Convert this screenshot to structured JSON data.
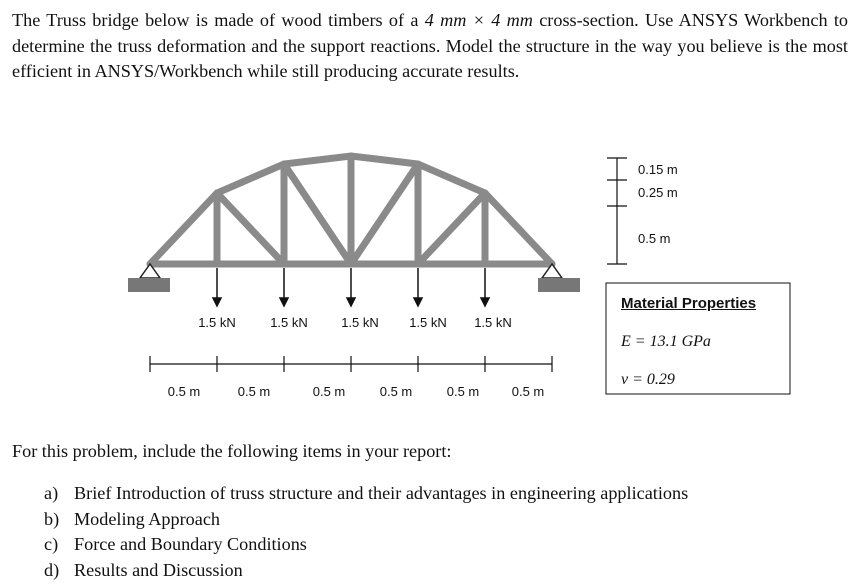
{
  "intro": {
    "part1": "The Truss bridge below is made of wood timbers of a ",
    "cross_section": "4 mm × 4 mm",
    "part2": " cross-section. Use ANSYS Workbench to determine the truss deformation and the support reactions. Model the structure in the way you believe is the most efficient in ANSYS/Workbench while still producing accurate results."
  },
  "figure": {
    "heights": [
      "0.15 m",
      "0.25 m",
      "0.5 m"
    ],
    "loads": [
      "1.5 kN",
      "1.5 kN",
      "1.5 kN",
      "1.5 kN",
      "1.5 kN"
    ],
    "spans": [
      "0.5 m",
      "0.5 m",
      "0.5 m",
      "0.5 m",
      "0.5 m",
      "0.5 m"
    ]
  },
  "material": {
    "title": "Material Properties",
    "E": "E = 13.1 GPa",
    "nu": "ν = 0.29"
  },
  "report": {
    "lead": "For this problem, include the following items in your report:",
    "items": [
      {
        "label": "a)",
        "text": "Brief Introduction of truss structure and their advantages in engineering applications"
      },
      {
        "label": "b)",
        "text": "Modeling Approach"
      },
      {
        "label": "c)",
        "text": "Force and Boundary Conditions"
      },
      {
        "label": "d)",
        "text": "Results and Discussion"
      }
    ]
  },
  "colors": {
    "member": "#8a8a8a",
    "support": "#777777",
    "text": "#111111"
  }
}
